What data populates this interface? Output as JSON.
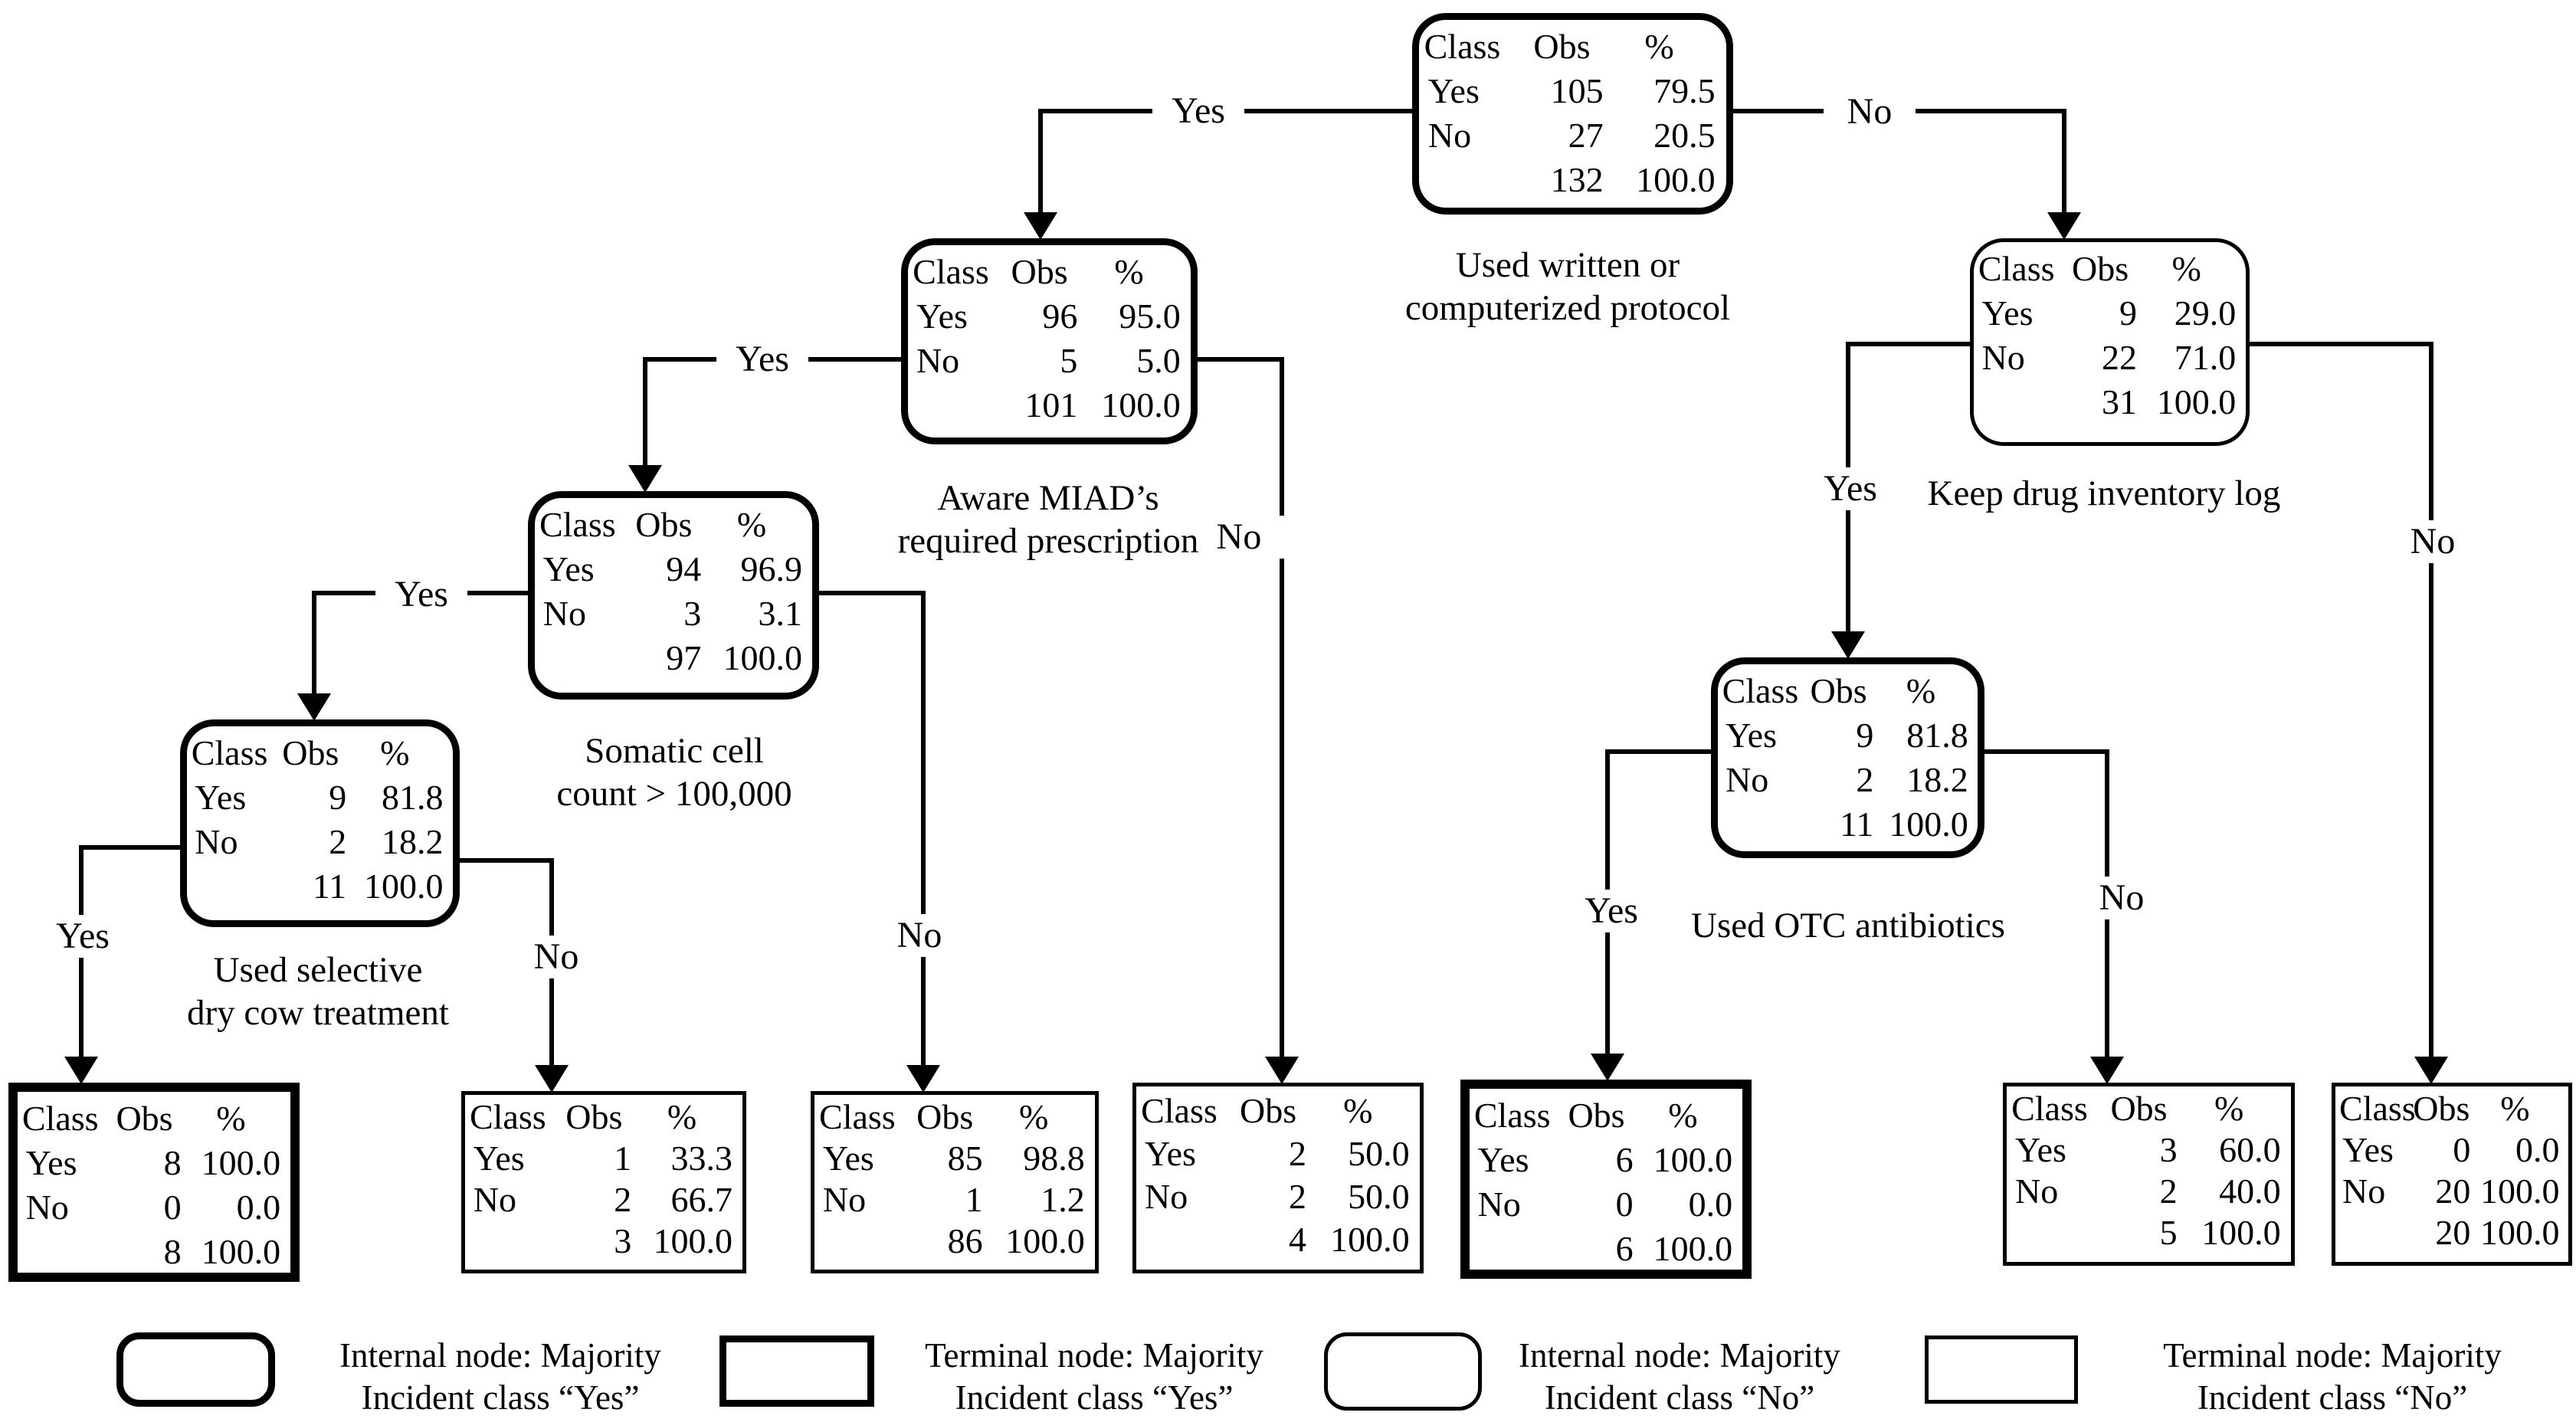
{
  "table_header": {
    "class": "Class",
    "obs": "Obs",
    "pct": "%"
  },
  "row_labels": {
    "yes": "Yes",
    "no": "No"
  },
  "branch_labels": {
    "yes": "Yes",
    "no": "No"
  },
  "nodes": {
    "root": {
      "type": "internal",
      "majority": "Yes",
      "split_label_line1": "Used written or",
      "split_label_line2": "computerized protocol",
      "yes_obs": "105",
      "yes_pct": "79.5",
      "no_obs": "27",
      "no_pct": "20.5",
      "total_obs": "132",
      "total_pct": "100.0"
    },
    "aware_miad": {
      "type": "internal",
      "majority": "Yes",
      "split_label_line1": "Aware MIAD’s",
      "split_label_line2": "required prescription",
      "yes_obs": "96",
      "yes_pct": "95.0",
      "no_obs": "5",
      "no_pct": "5.0",
      "total_obs": "101",
      "total_pct": "100.0"
    },
    "somatic": {
      "type": "internal",
      "majority": "Yes",
      "split_label_line1": "Somatic cell",
      "split_label_line2": "count > 100,000",
      "yes_obs": "94",
      "yes_pct": "96.9",
      "no_obs": "3",
      "no_pct": "3.1",
      "total_obs": "97",
      "total_pct": "100.0"
    },
    "dry_cow": {
      "type": "internal",
      "majority": "Yes",
      "split_label_line1": "Used selective",
      "split_label_line2": "dry cow treatment",
      "yes_obs": "9",
      "yes_pct": "81.8",
      "no_obs": "2",
      "no_pct": "18.2",
      "total_obs": "11",
      "total_pct": "100.0"
    },
    "drug_log": {
      "type": "internal",
      "majority": "No",
      "split_label_line1": "Keep drug inventory log",
      "yes_obs": "9",
      "yes_pct": "29.0",
      "no_obs": "22",
      "no_pct": "71.0",
      "total_obs": "31",
      "total_pct": "100.0"
    },
    "otc": {
      "type": "internal",
      "majority": "Yes",
      "split_label_line1": "Used OTC antibiotics",
      "yes_obs": "9",
      "yes_pct": "81.8",
      "no_obs": "2",
      "no_pct": "18.2",
      "total_obs": "11",
      "total_pct": "100.0"
    },
    "leaf1": {
      "type": "terminal",
      "majority": "Yes",
      "yes_obs": "8",
      "yes_pct": "100.0",
      "no_obs": "0",
      "no_pct": "0.0",
      "total_obs": "8",
      "total_pct": "100.0"
    },
    "leaf2": {
      "type": "terminal",
      "majority": "No",
      "yes_obs": "1",
      "yes_pct": "33.3",
      "no_obs": "2",
      "no_pct": "66.7",
      "total_obs": "3",
      "total_pct": "100.0"
    },
    "leaf3": {
      "type": "terminal",
      "majority": "No",
      "yes_obs": "85",
      "yes_pct": "98.8",
      "no_obs": "1",
      "no_pct": "1.2",
      "total_obs": "86",
      "total_pct": "100.0"
    },
    "leaf4": {
      "type": "terminal",
      "majority": "No",
      "yes_obs": "2",
      "yes_pct": "50.0",
      "no_obs": "2",
      "no_pct": "50.0",
      "total_obs": "4",
      "total_pct": "100.0"
    },
    "leaf5": {
      "type": "terminal",
      "majority": "Yes",
      "yes_obs": "6",
      "yes_pct": "100.0",
      "no_obs": "0",
      "no_pct": "0.0",
      "total_obs": "6",
      "total_pct": "100.0"
    },
    "leaf6": {
      "type": "terminal",
      "majority": "No",
      "yes_obs": "3",
      "yes_pct": "60.0",
      "no_obs": "2",
      "no_pct": "40.0",
      "total_obs": "5",
      "total_pct": "100.0"
    },
    "leaf7": {
      "type": "terminal",
      "majority": "No",
      "yes_obs": "0",
      "yes_pct": "0.0",
      "no_obs": "20",
      "no_pct": "100.0",
      "total_obs": "20",
      "total_pct": "100.0"
    }
  },
  "edges": [
    {
      "from": "root",
      "label": "Yes",
      "to": "aware_miad"
    },
    {
      "from": "root",
      "label": "No",
      "to": "drug_log"
    },
    {
      "from": "aware_miad",
      "label": "Yes",
      "to": "somatic"
    },
    {
      "from": "aware_miad",
      "label": "No",
      "to": "leaf4"
    },
    {
      "from": "somatic",
      "label": "Yes",
      "to": "dry_cow"
    },
    {
      "from": "somatic",
      "label": "No",
      "to": "leaf3"
    },
    {
      "from": "dry_cow",
      "label": "Yes",
      "to": "leaf1"
    },
    {
      "from": "dry_cow",
      "label": "No",
      "to": "leaf2"
    },
    {
      "from": "drug_log",
      "label": "Yes",
      "to": "otc"
    },
    {
      "from": "drug_log",
      "label": "No",
      "to": "leaf7"
    },
    {
      "from": "otc",
      "label": "Yes",
      "to": "leaf5"
    },
    {
      "from": "otc",
      "label": "No",
      "to": "leaf6"
    }
  ],
  "legend": {
    "internal_yes": {
      "line1": "Internal node: Majority",
      "line2": "Incident class “Yes”"
    },
    "terminal_yes": {
      "line1": "Terminal node: Majority",
      "line2": "Incident class “Yes”"
    },
    "internal_no": {
      "line1": "Internal node: Majority",
      "line2": "Incident class “No”"
    },
    "terminal_no": {
      "line1": "Terminal node: Majority",
      "line2": "Incident class “No”"
    }
  },
  "colors": {
    "line": "#000000",
    "text": "#000000",
    "background": "#ffffff"
  }
}
